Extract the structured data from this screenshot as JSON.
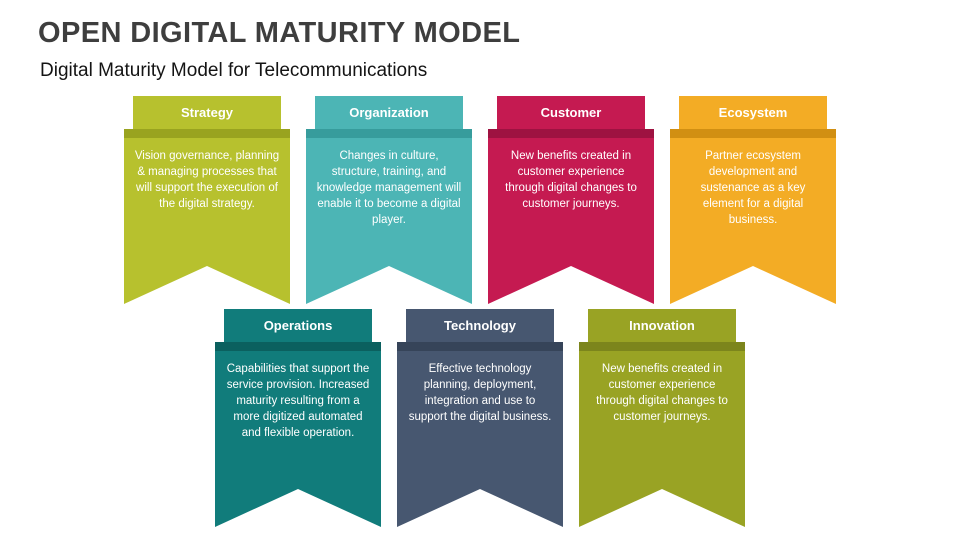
{
  "page": {
    "title": "OPEN DIGITAL MATURITY MODEL",
    "subtitle": "Digital Maturity Model for Telecommunications"
  },
  "banners": [
    {
      "label": "Strategy",
      "text": "Vision governance, planning & managing processes that will support the execution of the digital strategy.",
      "color": "#b7c12e",
      "fold_color": "#99a31f"
    },
    {
      "label": "Organization",
      "text": "Changes in culture, structure, training, and knowledge management will enable it to become a digital player.",
      "color": "#4cb5b5",
      "fold_color": "#379c9c"
    },
    {
      "label": "Customer",
      "text": "New benefits created in customer experience through digital changes to customer journeys.",
      "color": "#c51a51",
      "fold_color": "#9e1241"
    },
    {
      "label": "Ecosystem",
      "text": "Partner ecosystem development and sustenance as a key element for a digital business.",
      "color": "#f3ac25",
      "fold_color": "#d18f12"
    },
    {
      "label": "Operations",
      "text": "Capabilities that support the service provision. Increased maturity resulting from a more digitized automated and flexible operation.",
      "color": "#117c7b",
      "fold_color": "#0b605f"
    },
    {
      "label": "Technology",
      "text": "Effective technology planning, deployment, integration and use to support the digital business.",
      "color": "#475770",
      "fold_color": "#364459"
    },
    {
      "label": "Innovation",
      "text": "New benefits created in customer experience through digital changes to customer journeys.",
      "color": "#99a324",
      "fold_color": "#7c851c"
    }
  ]
}
